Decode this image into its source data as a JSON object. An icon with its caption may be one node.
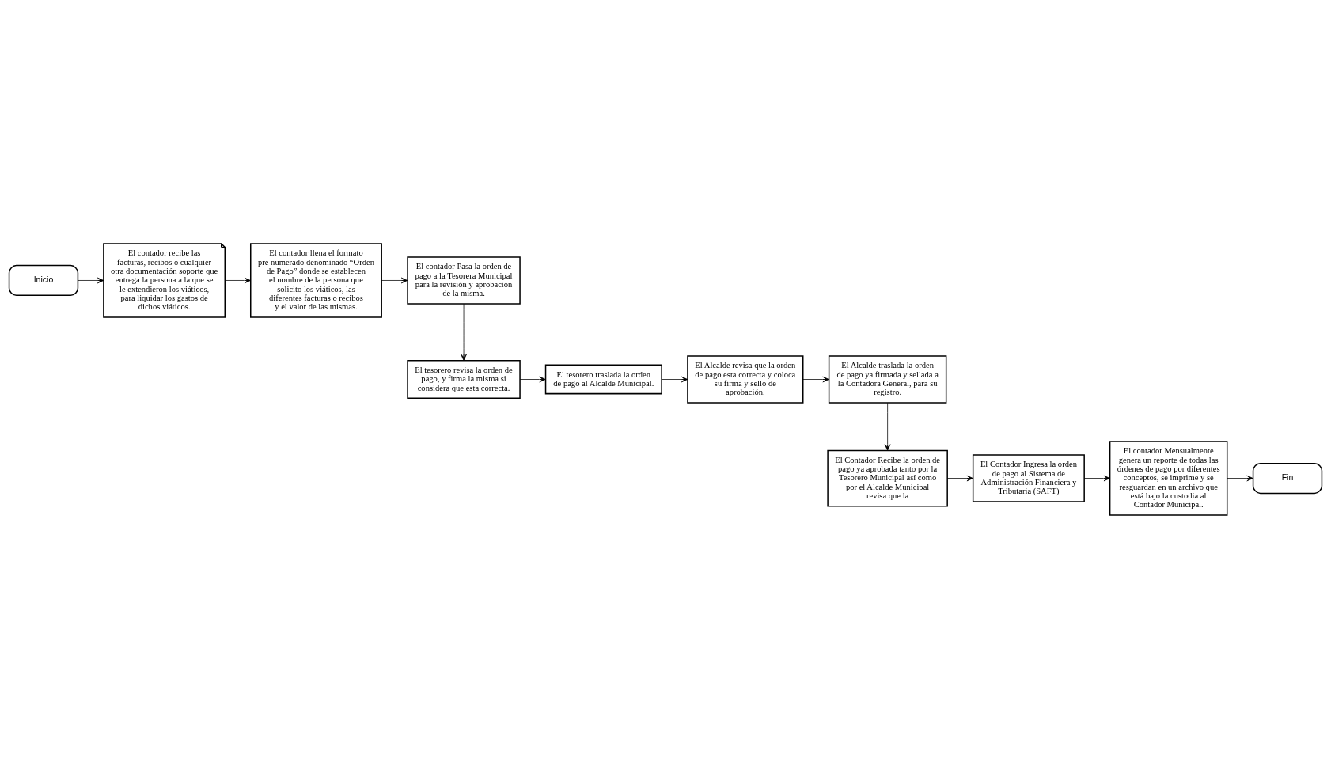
{
  "diagram": {
    "nodes": [
      {
        "text": [
          "Inicio"
        ]
      },
      {
        "text": [
          "El contador recibe las facturas, recibos o cualquier otra documentación soporte que entrega la persona a la que se le extendieron los viáticos, para liquidar los gastos de dichos viáticos."
        ]
      },
      {
        "text": [
          "El contador llena el formato pre numerado denominado “Orden de Pago” donde se establecen el nombre de la persona que solicito los viáticos, las diferentes facturas o recibos y el valor de las mismas."
        ]
      },
      {
        "text": [
          "El contador Pasa la orden de pago a la Tesorera Municipal para la revisión y aprobación de la misma."
        ]
      },
      {
        "text": [
          "El tesorero revisa la orden de pago, y firma la misma si considera que esta correcta."
        ]
      },
      {
        "text": [
          "El tesorero traslada la orden de pago al Alcalde Municipal."
        ]
      },
      {
        "text": [
          "El Alcalde revisa que la orden de pago esta correcta y coloca su firma y sello de aprobación."
        ]
      },
      {
        "text": [
          "El Alcalde traslada la orden de pago ya firmada y sellada a la Contadora General, para su registro."
        ]
      },
      {
        "text": [
          "El Contador Recibe la orden de pago ya aprobada tanto por la Tesorero Municipal así como por el Alcalde Municipal revisa que la"
        ]
      },
      {
        "text": [
          "El Contador Ingresa la orden de pago al Sistema de Administración Financiera y Tributaria (SAFT)"
        ]
      },
      {
        "text": [
          "El contador Mensualmente genera un reporte de todas las órdenes de pago por diferentes conceptos, se imprime y se resguardan en un archivo que está bajo la custodia al Contador Municipal."
        ]
      },
      {
        "text": [
          "Fin"
        ]
      }
    ],
    "edges": [
      {
        "from": 0,
        "to": 1,
        "arrow": "to"
      },
      {
        "from": 1,
        "to": 2,
        "arrow": "to"
      },
      {
        "from": 2,
        "to": 3,
        "arrow": "to"
      },
      {
        "from": 3,
        "to": 4,
        "arrow": "to"
      },
      {
        "from": 4,
        "to": 5,
        "arrow": "to"
      },
      {
        "from": 5,
        "to": 6,
        "arrow": "to"
      },
      {
        "from": 6,
        "to": 7,
        "arrow": "to"
      },
      {
        "from": 7,
        "to": 8,
        "arrow": "to"
      },
      {
        "from": 8,
        "to": 9,
        "arrow": "to"
      },
      {
        "from": 9,
        "to": 10,
        "arrow": "to"
      },
      {
        "from": 10,
        "to": 11,
        "arrow": "to"
      }
    ]
  }
}
